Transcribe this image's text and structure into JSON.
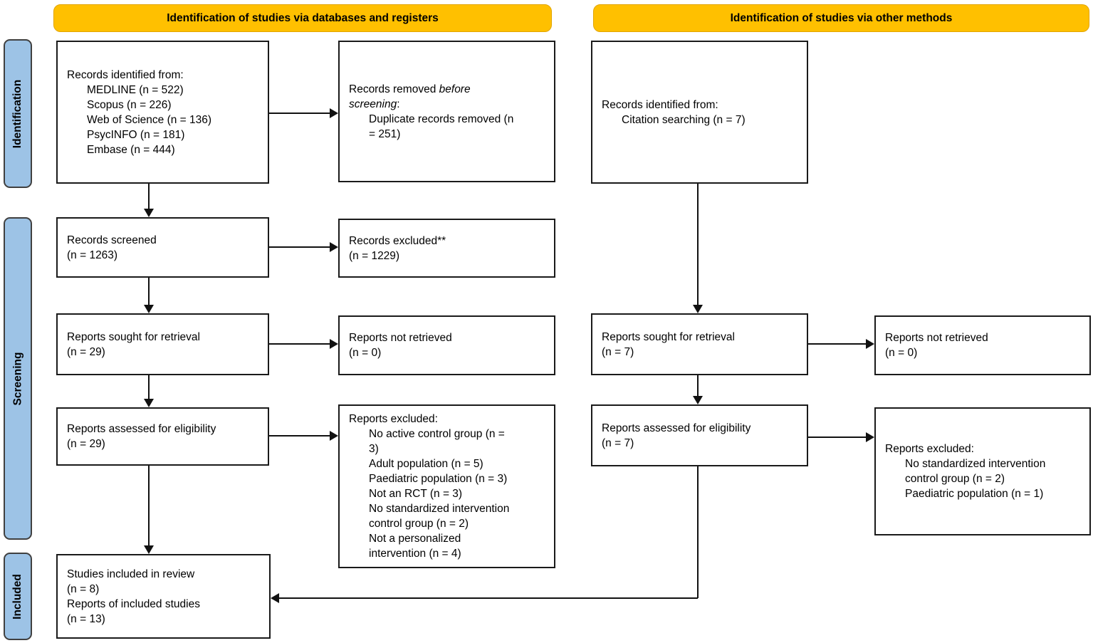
{
  "banners": {
    "databases": "Identification of studies via databases and registers",
    "other": "Identification of studies via other methods"
  },
  "stage_labels": {
    "identification": "Identification",
    "screening": "Screening",
    "included": "Included"
  },
  "colors": {
    "banner_fill": "#FFC000",
    "banner_border": "#E2A500",
    "stage_fill": "#9DC3E6",
    "stage_border": "#404040",
    "box_border": "#1A1A1A",
    "arrow": "#111111"
  },
  "boxes": {
    "db_identified": {
      "title": "Records identified from:",
      "items": [
        "MEDLINE (n = 522)",
        "Scopus (n = 226)",
        "Web of Science (n = 136)",
        "PsycINFO (n = 181)",
        "Embase (n = 444)"
      ]
    },
    "records_removed": {
      "title_normal_1": "Records removed ",
      "title_italic_1": "before",
      "title_italic_2": "screening",
      "title_normal_2": ":",
      "items": [
        "Duplicate records removed (n",
        "= 251)"
      ]
    },
    "other_identified": {
      "title": "Records identified from:",
      "items": [
        "Citation searching (n = 7)"
      ]
    },
    "records_screened": {
      "lines": [
        "Records screened",
        "(n = 1263)"
      ]
    },
    "records_excluded": {
      "lines": [
        "Records excluded**",
        "(n = 1229)"
      ]
    },
    "reports_sought_db": {
      "lines": [
        "Reports sought for retrieval",
        "(n = 29)"
      ]
    },
    "reports_not_retrieved_db": {
      "lines": [
        "Reports not retrieved",
        "(n = 0)"
      ]
    },
    "reports_assessed_db": {
      "lines": [
        "Reports assessed for eligibility",
        "(n = 29)"
      ]
    },
    "reports_excluded_db": {
      "title": "Reports excluded:",
      "items": [
        "No active control group (n =",
        "3)",
        "Adult population (n = 5)",
        "Paediatric population (n = 3)",
        "Not an RCT (n = 3)",
        "No standardized intervention",
        "control group (n = 2)",
        "Not a personalized",
        "intervention (n = 4)"
      ]
    },
    "included_studies": {
      "lines": [
        "Studies included in review",
        "(n = 8)",
        "Reports of included studies",
        "(n = 13)"
      ]
    },
    "reports_sought_other": {
      "lines": [
        "Reports sought for retrieval",
        "(n = 7)"
      ]
    },
    "reports_not_retrieved_other": {
      "lines": [
        "Reports not retrieved",
        "(n = 0)"
      ]
    },
    "reports_assessed_other": {
      "lines": [
        "Reports assessed for eligibility",
        "(n = 7)"
      ]
    },
    "reports_excluded_other": {
      "title": "Reports excluded:",
      "items": [
        "No standardized intervention",
        "control group (n = 2)",
        "Paediatric population (n = 1)"
      ]
    }
  }
}
